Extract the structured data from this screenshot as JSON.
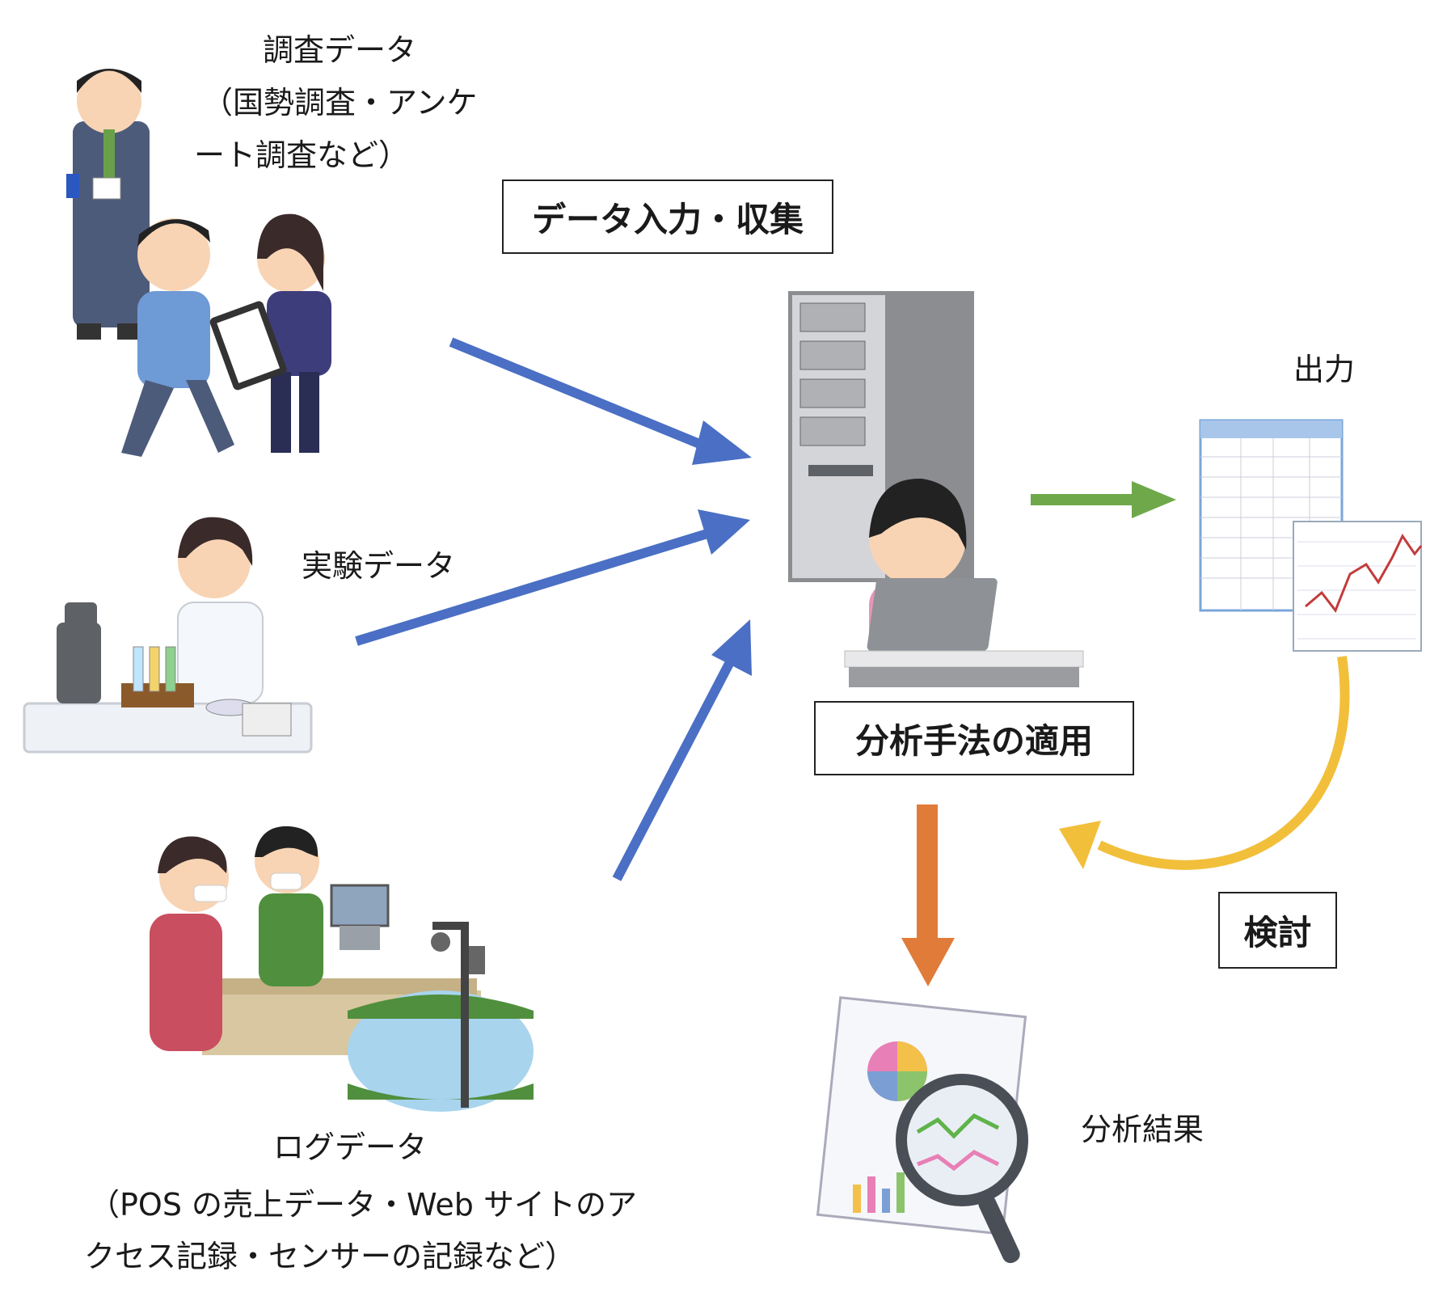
{
  "labels": {
    "survey": [
      "調査データ",
      "（国勢調査・アンケ",
      "ート調査など）"
    ],
    "experiment": "実験データ",
    "log": [
      "ログデータ",
      "（POS の売上データ・Web サイトのア",
      "クセス記録・センサーの記録など）"
    ],
    "output": "出力",
    "result": "分析結果"
  },
  "boxes": {
    "collect": "データ入力・収集",
    "apply": "分析手法の適用",
    "review": "検討"
  },
  "colors": {
    "input_arrow": "#4A6FC4",
    "output_arrow": "#6FA84A",
    "result_arrow": "#E07B39",
    "review_arrow": "#F2BF3B"
  },
  "icons": [
    "survey-people-illustration",
    "lab-scientist-illustration",
    "pos-register-sensor-illustration",
    "server-analyst-illustration",
    "spreadsheet-chart-illustration",
    "report-magnifier-illustration"
  ]
}
